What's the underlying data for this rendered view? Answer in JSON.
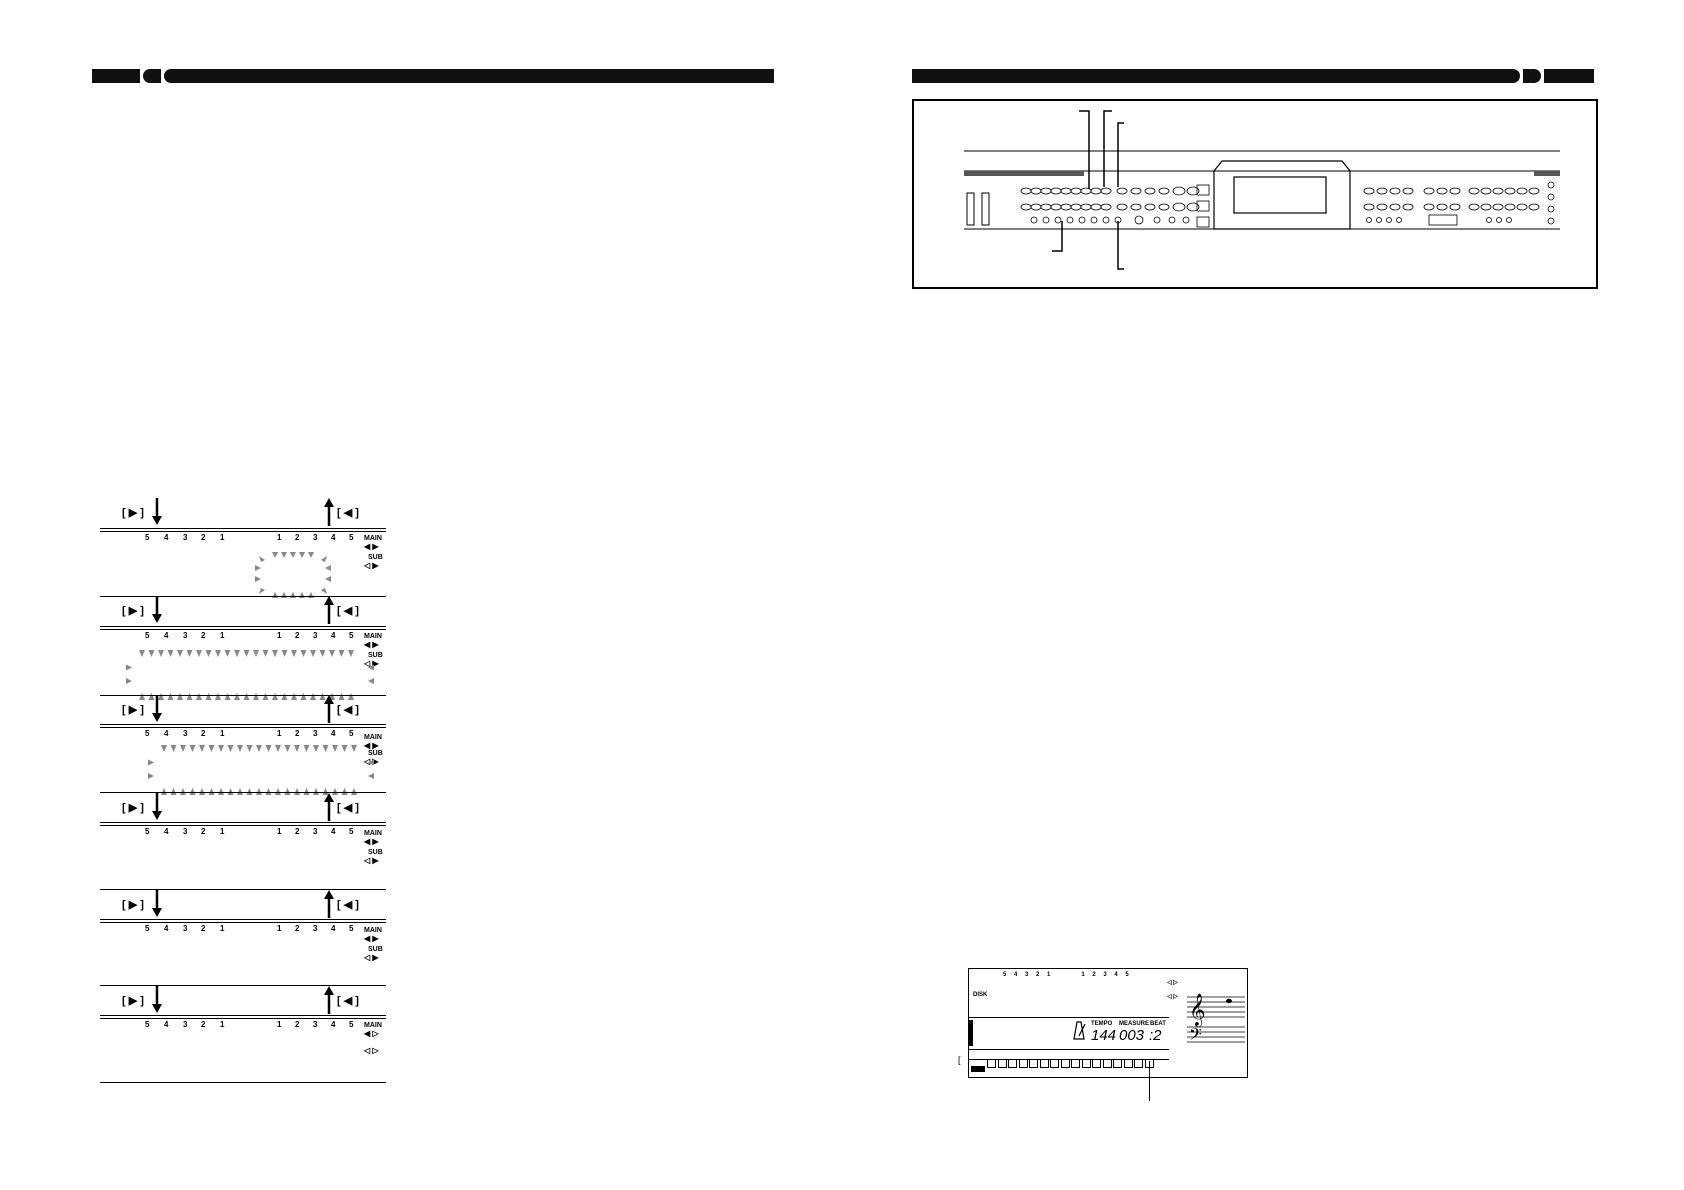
{
  "diagram_rows": [
    {
      "left_bracket": "[ ▶ ]",
      "right_bracket": "[ ◀ ]",
      "left_numbers": [
        "5",
        "4",
        "3",
        "2",
        "1"
      ],
      "right_numbers": [
        "1",
        "2",
        "3",
        "4",
        "5"
      ],
      "main_label": "MAIN",
      "main_arrows": "◀ ▶",
      "sub_label": "SUB",
      "sub_arrows": "◁ ▶"
    },
    {
      "left_bracket": "[ ▶ ]",
      "right_bracket": "[ ◀ ]",
      "left_numbers": [
        "5",
        "4",
        "3",
        "2",
        "1"
      ],
      "right_numbers": [
        "1",
        "2",
        "3",
        "4",
        "5"
      ],
      "main_label": "MAIN",
      "main_arrows": "◀ ▶",
      "sub_label": "SUB",
      "sub_arrows": "◁ ▶"
    },
    {
      "left_bracket": "[ ▶ ]",
      "right_bracket": "[ ◀ ]",
      "left_numbers": [
        "5",
        "4",
        "3",
        "2",
        "1"
      ],
      "right_numbers": [
        "1",
        "2",
        "3",
        "4",
        "5"
      ],
      "main_label": "MAIN",
      "main_arrows": "◀ ▶",
      "sub_label": "SUB",
      "sub_arrows": "◁ ▶"
    },
    {
      "left_bracket": "[ ▶ ]",
      "right_bracket": "[ ◀ ]",
      "left_numbers": [
        "5",
        "4",
        "3",
        "2",
        "1"
      ],
      "right_numbers": [
        "1",
        "2",
        "3",
        "4",
        "5"
      ],
      "main_label": "MAIN",
      "main_arrows": "◀ ▶",
      "sub_label": "SUB",
      "sub_arrows": "◁ ▶"
    },
    {
      "left_bracket": "[ ▶ ]",
      "right_bracket": "[ ◀ ]",
      "left_numbers": [
        "5",
        "4",
        "3",
        "2",
        "1"
      ],
      "right_numbers": [
        "1",
        "2",
        "3",
        "4",
        "5"
      ],
      "main_label": "MAIN",
      "main_arrows": "◀ ▶",
      "sub_label": "SUB",
      "sub_arrows": "◁ ▶"
    },
    {
      "left_bracket": "[ ▶ ]",
      "right_bracket": "[ ◀ ]",
      "left_numbers": [
        "5",
        "4",
        "3",
        "2",
        "1"
      ],
      "right_numbers": [
        "1",
        "2",
        "3",
        "4",
        "5"
      ],
      "main_label": "MAIN",
      "main_arrows": "◀ ▷",
      "sub_label": "",
      "sub_arrows": "◁ ▷"
    }
  ],
  "lcd": {
    "top_numbers": "5 4 3 2 1      1 2 3 4 5",
    "disk_label": "DISK",
    "tempo_label": "TEMPO",
    "measure_label": "MEASURE",
    "beat_label": "BEAT",
    "tempo_value": "144",
    "measure_value": "003",
    "beat_value": ":2",
    "arrows_top": "◁ ▷",
    "arrows_mid": "◁ ▷",
    "bracket_mark": "["
  },
  "icons": {
    "left_header": "header-bar-left",
    "right_header": "header-bar-right",
    "panel": "keyboard-control-panel",
    "clefs": "treble-bass-clef"
  }
}
